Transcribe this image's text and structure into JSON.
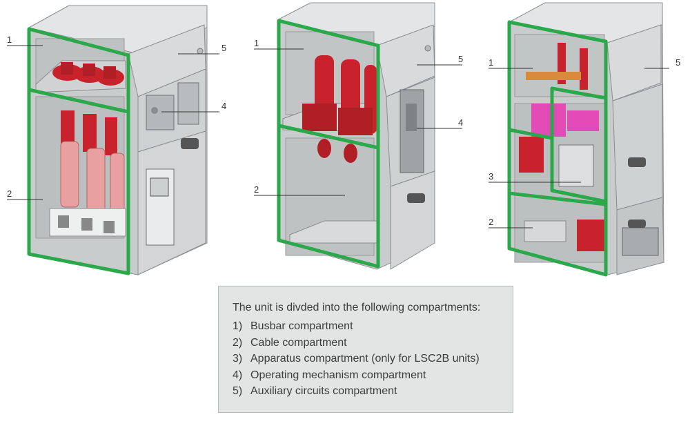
{
  "callouts": {
    "left": [
      "1",
      "2",
      "4",
      "5"
    ],
    "middle": [
      "1",
      "2",
      "4",
      "5"
    ],
    "right": [
      "1",
      "2",
      "3",
      "5"
    ]
  },
  "legend": {
    "intro": "The unit is divded into the following compartments:",
    "items": [
      {
        "num": "1)",
        "label": "Busbar compartment"
      },
      {
        "num": "2)",
        "label": "Cable compartment"
      },
      {
        "num": "3)",
        "label": "Apparatus compartment (only for LSC2B units)"
      },
      {
        "num": "4)",
        "label": "Operating mechanism compartment"
      },
      {
        "num": "5)",
        "label": "Auxiliary circuits compartment"
      }
    ]
  },
  "colors": {
    "highlight": "#2aa84a",
    "insulator": "#c8232c",
    "fuse": "#e8a0a0",
    "panel": "#d6d8d9",
    "panel_dark": "#9a9d9f",
    "pink": "#e24bb6",
    "copper": "#d98a3a"
  }
}
